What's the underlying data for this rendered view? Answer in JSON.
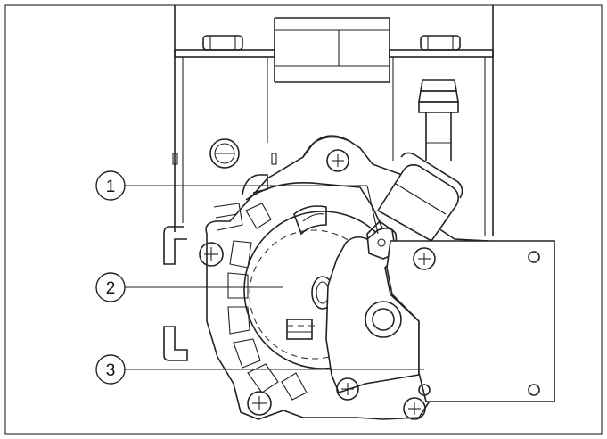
{
  "callouts": [
    {
      "number": "1"
    },
    {
      "number": "2"
    },
    {
      "number": "3"
    }
  ],
  "colors": {
    "line": "#222222",
    "background": "#ffffff"
  }
}
